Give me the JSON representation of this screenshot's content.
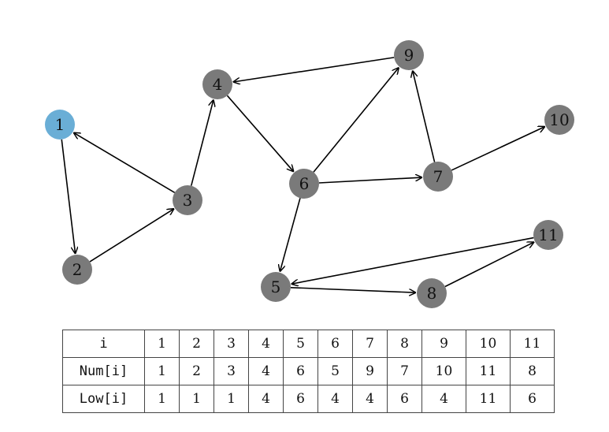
{
  "graph": {
    "nodes": [
      {
        "id": "1",
        "label": "1",
        "color": "#6aaed6"
      },
      {
        "id": "2",
        "label": "2",
        "color": "#7a7a7a"
      },
      {
        "id": "3",
        "label": "3",
        "color": "#7a7a7a"
      },
      {
        "id": "4",
        "label": "4",
        "color": "#7a7a7a"
      },
      {
        "id": "5",
        "label": "5",
        "color": "#7a7a7a"
      },
      {
        "id": "6",
        "label": "6",
        "color": "#7a7a7a"
      },
      {
        "id": "7",
        "label": "7",
        "color": "#7a7a7a"
      },
      {
        "id": "8",
        "label": "8",
        "color": "#7a7a7a"
      },
      {
        "id": "9",
        "label": "9",
        "color": "#7a7a7a"
      },
      {
        "id": "10",
        "label": "10",
        "color": "#7a7a7a"
      },
      {
        "id": "11",
        "label": "11",
        "color": "#7a7a7a"
      }
    ],
    "edges": [
      {
        "from": "1",
        "to": "2"
      },
      {
        "from": "2",
        "to": "3"
      },
      {
        "from": "3",
        "to": "1"
      },
      {
        "from": "3",
        "to": "4"
      },
      {
        "from": "4",
        "to": "6"
      },
      {
        "from": "6",
        "to": "9"
      },
      {
        "from": "9",
        "to": "4"
      },
      {
        "from": "6",
        "to": "7"
      },
      {
        "from": "7",
        "to": "9"
      },
      {
        "from": "7",
        "to": "10"
      },
      {
        "from": "6",
        "to": "5"
      },
      {
        "from": "5",
        "to": "8"
      },
      {
        "from": "8",
        "to": "11"
      },
      {
        "from": "11",
        "to": "5"
      }
    ]
  },
  "table": {
    "row_i": {
      "header": "i",
      "values": [
        "1",
        "2",
        "3",
        "4",
        "5",
        "6",
        "7",
        "8",
        "9",
        "10",
        "11"
      ]
    },
    "row_num": {
      "header": "Num[i]",
      "values": [
        "1",
        "2",
        "3",
        "4",
        "6",
        "5",
        "9",
        "7",
        "10",
        "11",
        "8"
      ]
    },
    "row_low": {
      "header": "Low[i]",
      "values": [
        "1",
        "1",
        "1",
        "4",
        "6",
        "4",
        "4",
        "6",
        "4",
        "11",
        "6"
      ]
    }
  }
}
